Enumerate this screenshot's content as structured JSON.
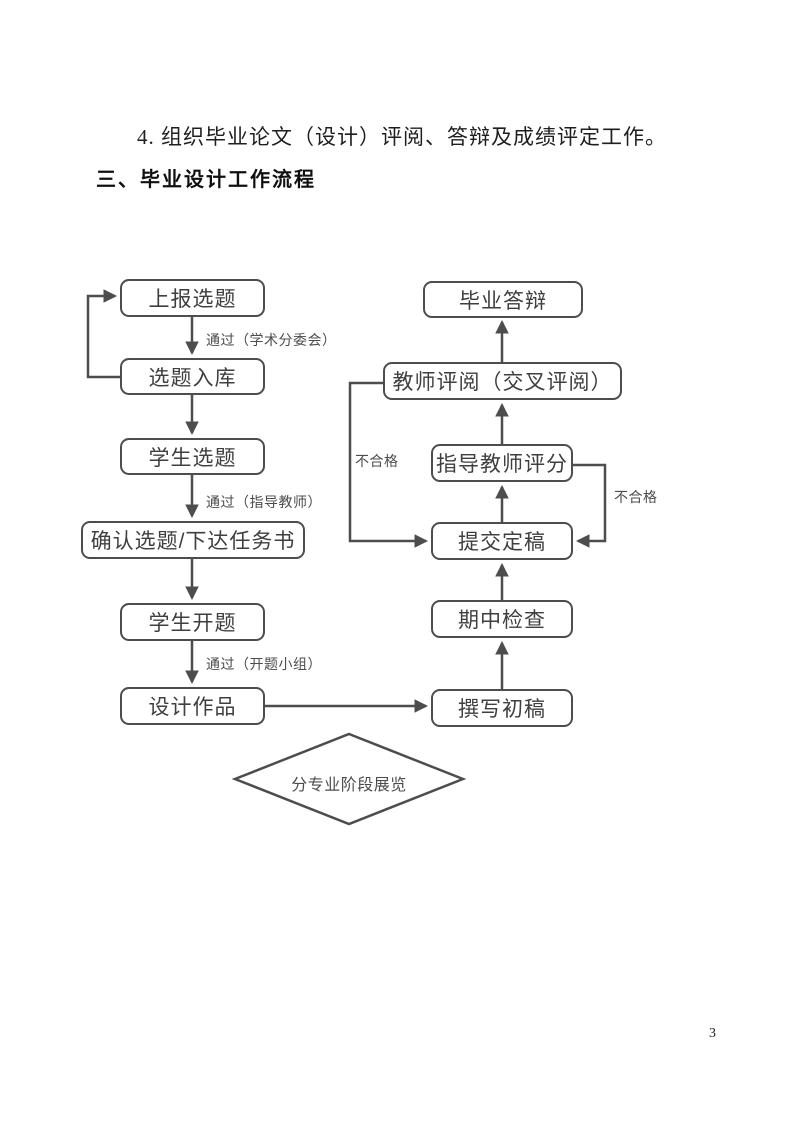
{
  "document": {
    "paragraph": "4. 组织毕业论文（设计）评阅、答辩及成绩评定工作。",
    "heading": "三、毕业设计工作流程",
    "page_number": "3"
  },
  "flowchart": {
    "nodes": {
      "report_topic": "上报选题",
      "topic_library": "选题入库",
      "student_select_topic": "学生选题",
      "confirm_topic": "确认选题/下达任务书",
      "student_proposal": "学生开题",
      "design_work": "设计作品",
      "stage_exhibition": "分专业阶段展览",
      "write_draft": "撰写初稿",
      "midterm_check": "期中检查",
      "submit_final": "提交定稿",
      "advisor_score": "指导教师评分",
      "teacher_review": "教师评阅（交叉评阅）",
      "graduation_defense": "毕业答辩"
    },
    "edge_labels": {
      "pass_academic_committee": "通过（学术分委会）",
      "pass_advisor": "通过（指导教师）",
      "pass_proposal_group": "通过（开题小组）",
      "fail_left": "不合格",
      "fail_right": "不合格"
    },
    "colors": {
      "line": "#4d4d4d",
      "node_text": "#3f3f3f"
    }
  }
}
